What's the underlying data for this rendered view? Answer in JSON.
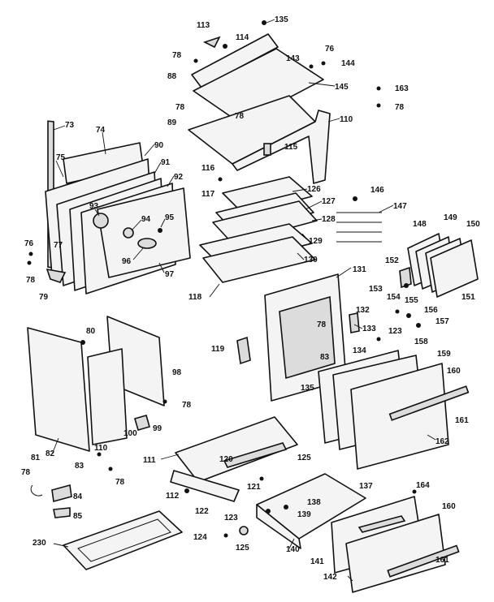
{
  "labels": {
    "l73": "73",
    "l74": "74",
    "l75": "75",
    "l76a": "76",
    "l77": "77",
    "l78a": "78",
    "l79": "79",
    "l90": "90",
    "l91": "91",
    "l92": "92",
    "l93": "93",
    "l94": "94",
    "l95": "95",
    "l96": "96",
    "l97": "97",
    "l113": "113",
    "l114": "114",
    "l135a": "135",
    "l78b": "78",
    "l88": "88",
    "l143": "143",
    "l76b": "76",
    "l144": "144",
    "l145": "145",
    "l163": "163",
    "l78c": "78",
    "l78d": "78",
    "l89": "89",
    "l78e": "78",
    "l110a": "110",
    "l115": "115",
    "l116": "116",
    "l126": "126",
    "l117": "117",
    "l127": "127",
    "l128": "128",
    "l129": "129",
    "l130": "130",
    "l118": "118",
    "l146": "146",
    "l147": "147",
    "l148": "148",
    "l149": "149",
    "l150": "150",
    "l151": "151",
    "l152": "152",
    "l153": "153",
    "l154": "154",
    "l131": "131",
    "l132": "132",
    "l78f": "78",
    "l133": "133",
    "l119": "119",
    "l83a": "83",
    "l135b": "135",
    "l155": "155",
    "l156": "156",
    "l157": "157",
    "l123a": "123",
    "l134": "134",
    "l158": "158",
    "l159": "159",
    "l160a": "160",
    "l161a": "161",
    "l162": "162",
    "l80": "80",
    "l98": "98",
    "l78g": "78",
    "l82": "82",
    "l99": "99",
    "l100": "100",
    "l110b": "110",
    "l83b": "83",
    "l78h": "78",
    "l81": "81",
    "l78i": "78",
    "l84": "84",
    "l85": "85",
    "l230": "230",
    "l111": "111",
    "l120": "120",
    "l125a": "125",
    "l121": "121",
    "l112": "112",
    "l122": "122",
    "l123b": "123",
    "l124": "124",
    "l125b": "125",
    "l138": "138",
    "l139": "139",
    "l140": "140",
    "l137": "137",
    "l164": "164",
    "l160b": "160",
    "l141": "141",
    "l161b": "161",
    "l142": "142"
  }
}
